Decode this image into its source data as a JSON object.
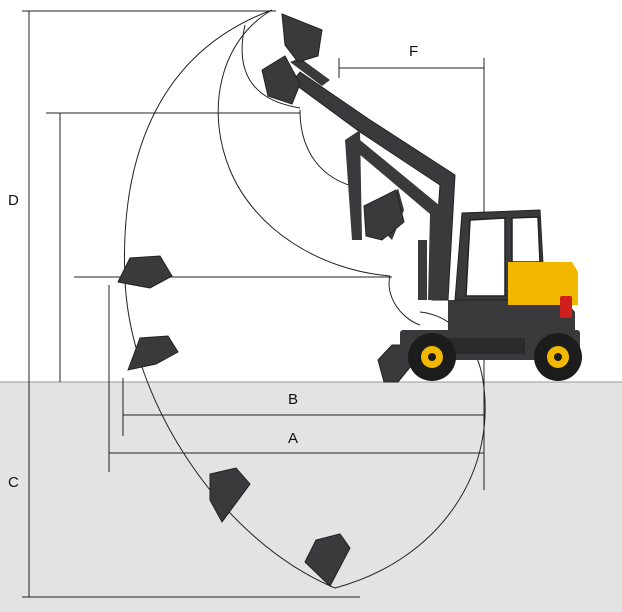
{
  "labels": {
    "a": "A",
    "b": "B",
    "c": "C",
    "d": "D",
    "f": "F"
  },
  "colors": {
    "ground": "#e3e3e3",
    "line": "#222222",
    "machine_body": "#3a3a3c",
    "cab_yellow": "#f2b800",
    "wheel_rim": "#f2b800",
    "tail_light": "#d0201c"
  },
  "icons": {
    "machine": "wheeled-excavator-icon",
    "bucket": "bucket-icon"
  }
}
